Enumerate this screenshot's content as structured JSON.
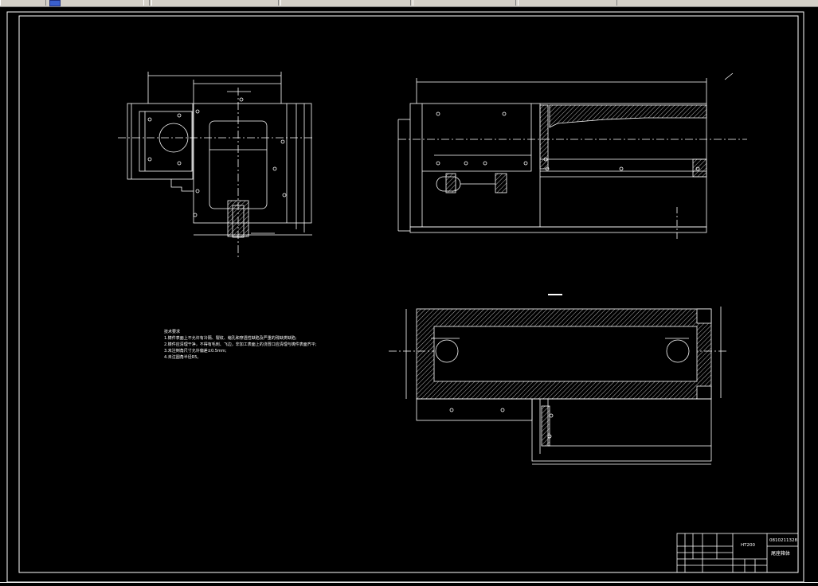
{
  "toolbar": {
    "segments": [
      "",
      "",
      "",
      "",
      "",
      "",
      ""
    ]
  },
  "drawing": {
    "notes_title": "技术要求",
    "notes": [
      "1.铸件表面上不允许有冷隔、裂纹、缩孔和穿透性缺陷及严重的残缺类缺陷;",
      "2.铸件应清理干净，不得有毛刺、飞边，非加工表面上的浇冒口应清理与铸件表面齐平;",
      "3.未注倒角尺寸允许偏差±0.5mm;",
      "4.未注圆角半径R5。"
    ],
    "title_block": {
      "material": "HT200",
      "drawing_no": "0810211328",
      "part_name": "尾座箱体"
    }
  }
}
